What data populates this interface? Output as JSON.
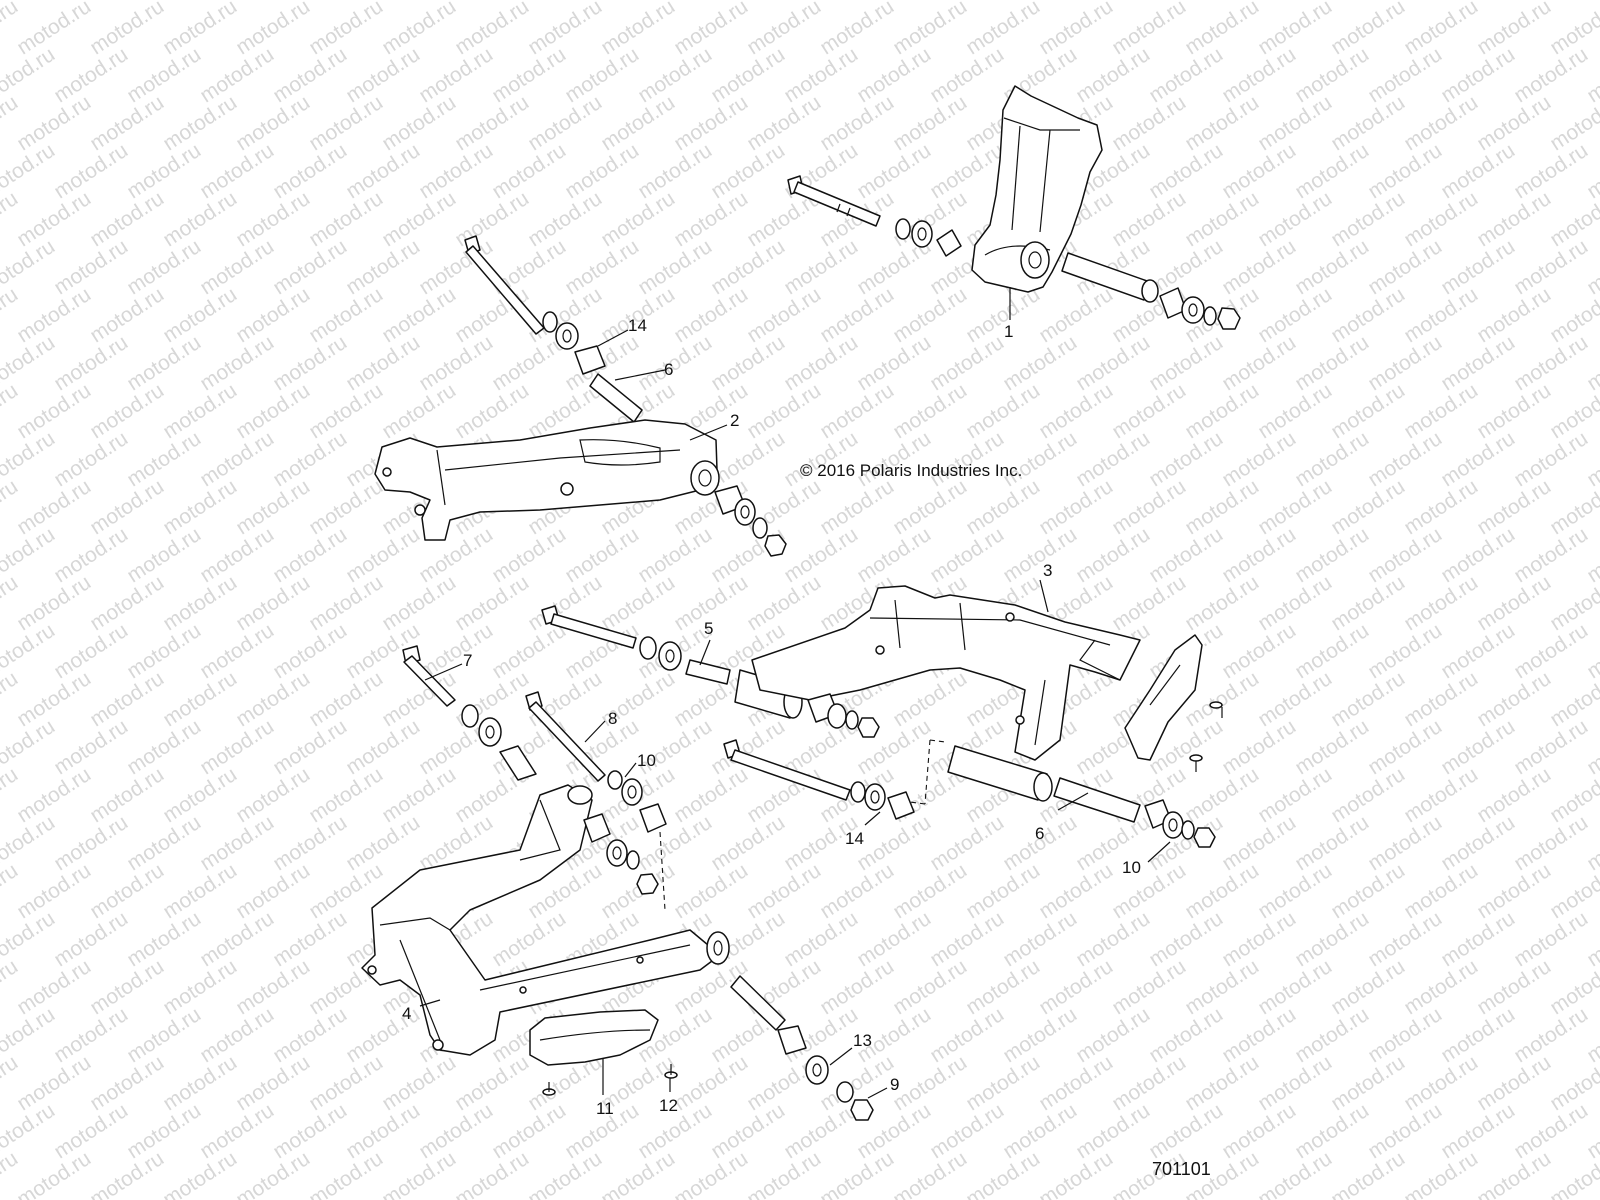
{
  "watermark_text": "motod.ru",
  "copyright": "© 2016 Polaris Industries Inc.",
  "diagram_number": "701101",
  "callouts": {
    "c1": "1",
    "c2": "2",
    "c3": "3",
    "c4": "4",
    "c5": "5",
    "c6a": "6",
    "c6b": "6",
    "c7": "7",
    "c8": "8",
    "c9": "9",
    "c10a": "10",
    "c10b": "10",
    "c11": "11",
    "c12": "12",
    "c13": "13",
    "c14a": "14",
    "c14b": "14"
  }
}
